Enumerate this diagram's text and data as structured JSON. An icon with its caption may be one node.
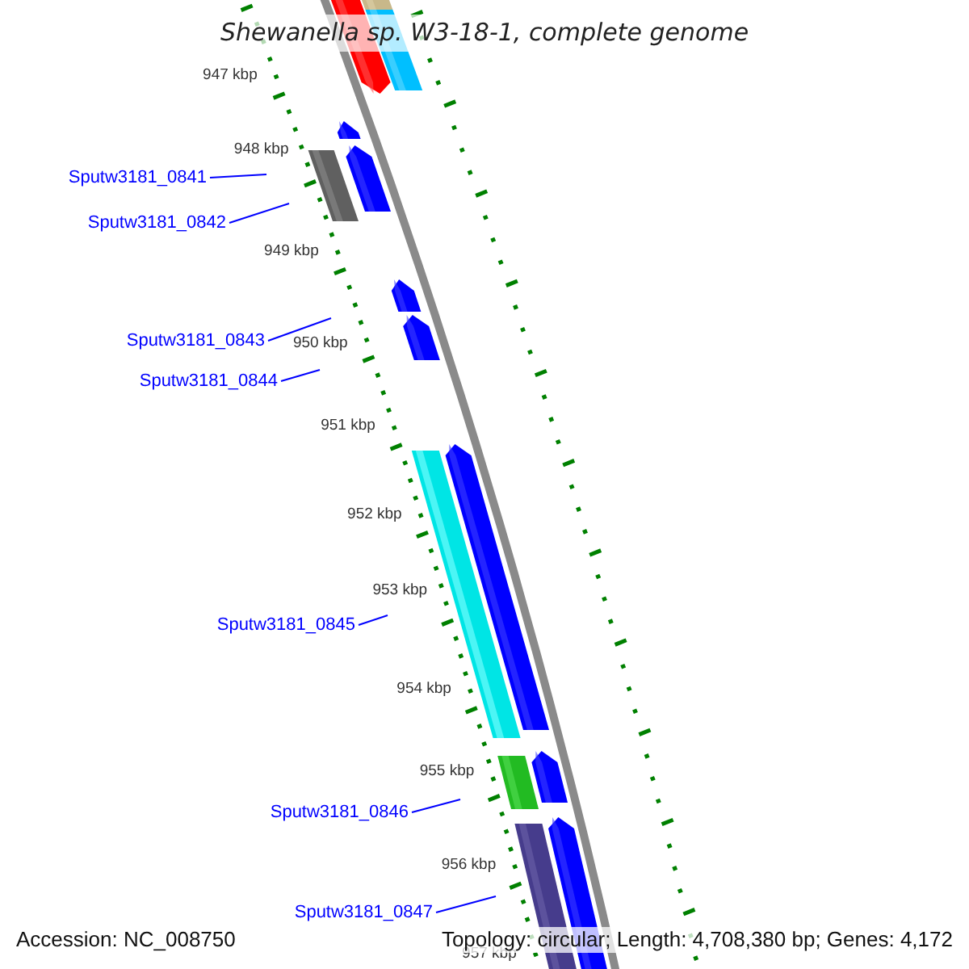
{
  "diagram": {
    "title": "Shewanella sp. W3-18-1, complete genome",
    "nodes": [
      {
        "text": [
          "Sputw3181_0841"
        ]
      },
      {
        "text": [
          "Sputw3181_0842"
        ]
      },
      {
        "text": [
          "Sputw3181_0843"
        ]
      },
      {
        "text": [
          "Sputw3181_0844"
        ]
      },
      {
        "text": [
          "Sputw3181_0845"
        ]
      },
      {
        "text": [
          "Sputw3181_0846"
        ]
      },
      {
        "text": [
          "Sputw3181_0847"
        ]
      }
    ],
    "edges": [
      {
        "from": 0,
        "to": null,
        "arrow": "none"
      },
      {
        "from": 1,
        "to": null,
        "arrow": "none"
      },
      {
        "from": 2,
        "to": null,
        "arrow": "none"
      },
      {
        "from": 3,
        "to": null,
        "arrow": "none"
      },
      {
        "from": 4,
        "to": null,
        "arrow": "none"
      },
      {
        "from": 5,
        "to": null,
        "arrow": "none"
      },
      {
        "from": 6,
        "to": null,
        "arrow": "none"
      }
    ],
    "labels": [
      "947 kbp",
      "948 kbp",
      "949 kbp",
      "950 kbp",
      "951 kbp",
      "952 kbp",
      "953 kbp",
      "954 kbp",
      "955 kbp",
      "956 kbp",
      "957 kbp",
      "Accession: NC_008750",
      "Topology: circular; Length: 4,708,380 bp; Genes: 4,172"
    ]
  }
}
